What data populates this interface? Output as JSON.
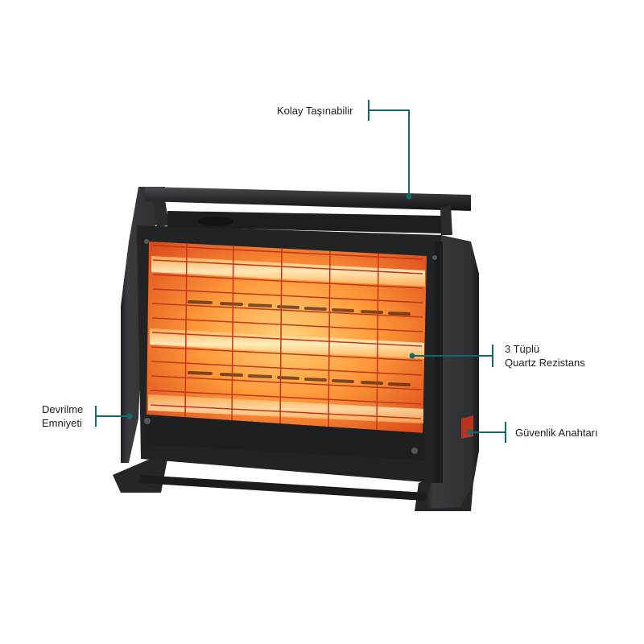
{
  "callouts": {
    "handle": {
      "text": "Kolay Taşınabilir"
    },
    "tubes": {
      "line1": "3 Tüplü",
      "line2": "Quartz Rezistans"
    },
    "tip_over": {
      "line1": "Devrilme",
      "line2": "Emniyeti"
    },
    "safety_switch": {
      "text": "Güvenlik Anahtarı"
    }
  },
  "colors": {
    "callout_line": "#0f6b6b",
    "body": "#2a2b2d",
    "glow": "#ff8a2a"
  }
}
